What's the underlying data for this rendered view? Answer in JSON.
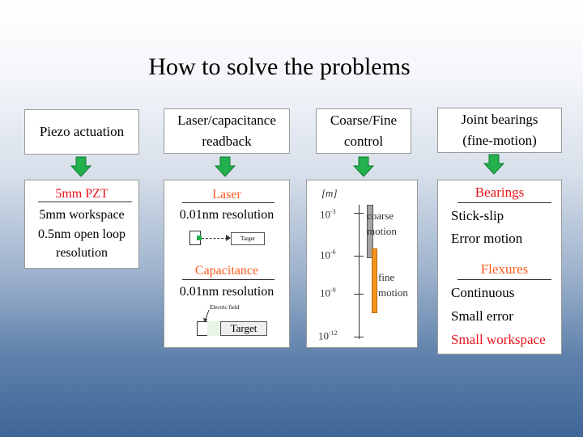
{
  "title": "How to solve the problems",
  "colors": {
    "arrow_green": "#22b14c",
    "red": "#e8131b",
    "orange": "#ff5a1d",
    "bar": "#f7931e"
  },
  "columns": [
    {
      "header": "Piezo actuation",
      "items": {
        "heading": "5mm PZT",
        "line1": "5mm workspace",
        "line2": "0.5nm open loop",
        "line3": "resolution"
      }
    },
    {
      "header": [
        "Laser/capacitance",
        "readback"
      ],
      "laser": {
        "heading": "Laser",
        "resolution": "0.01nm resolution",
        "target": "Target"
      },
      "capacitance": {
        "heading": "Capacitance",
        "resolution": "0.01nm resolution",
        "field": "Electric field",
        "target": "Target"
      }
    },
    {
      "header": [
        "Coarse/Fine",
        "control"
      ],
      "scale": {
        "unit": "[m]",
        "ticks": [
          {
            "base": "10",
            "exp": "-3"
          },
          {
            "base": "10",
            "exp": "-6"
          },
          {
            "base": "10",
            "exp": "-9"
          },
          {
            "base": "10",
            "exp": "-12"
          }
        ],
        "coarse": [
          "coarse",
          "motion"
        ],
        "fine": [
          "fine",
          "motion"
        ]
      }
    },
    {
      "header": [
        "Joint bearings",
        "(fine-motion)"
      ],
      "bearings": {
        "heading": "Bearings",
        "line1": "Stick-slip",
        "line2": "Error motion"
      },
      "flexures": {
        "heading": "Flexures",
        "line1": "Continuous",
        "line2": "Small error",
        "line3": "Small workspace"
      }
    }
  ]
}
